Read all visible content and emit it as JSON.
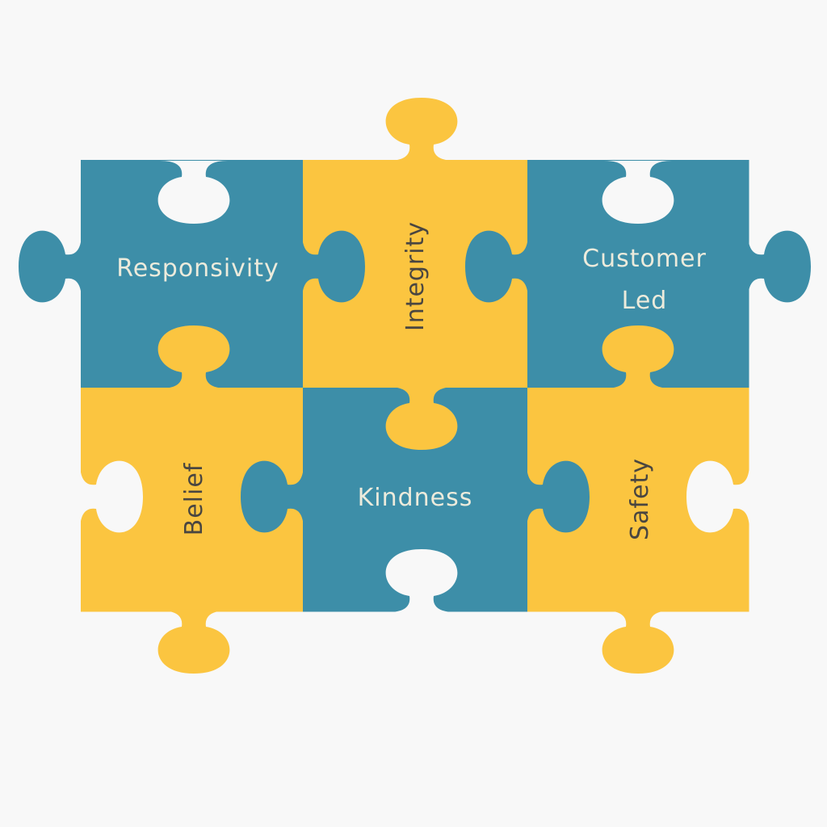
{
  "colors": {
    "teal": "#3d8ea8",
    "yellow": "#fbc540",
    "background": "#f8f8f8",
    "light_text": "#ecebdc",
    "dark_text": "#4a4640"
  },
  "pieces": [
    {
      "label": "Responsivity",
      "color": "teal"
    },
    {
      "label": "Integrity",
      "color": "yellow"
    },
    {
      "label": "Customer",
      "label2": "Led",
      "color": "teal"
    },
    {
      "label": "Belief",
      "color": "yellow"
    },
    {
      "label": "Kindness",
      "color": "teal"
    },
    {
      "label": "Safety",
      "color": "yellow"
    }
  ]
}
